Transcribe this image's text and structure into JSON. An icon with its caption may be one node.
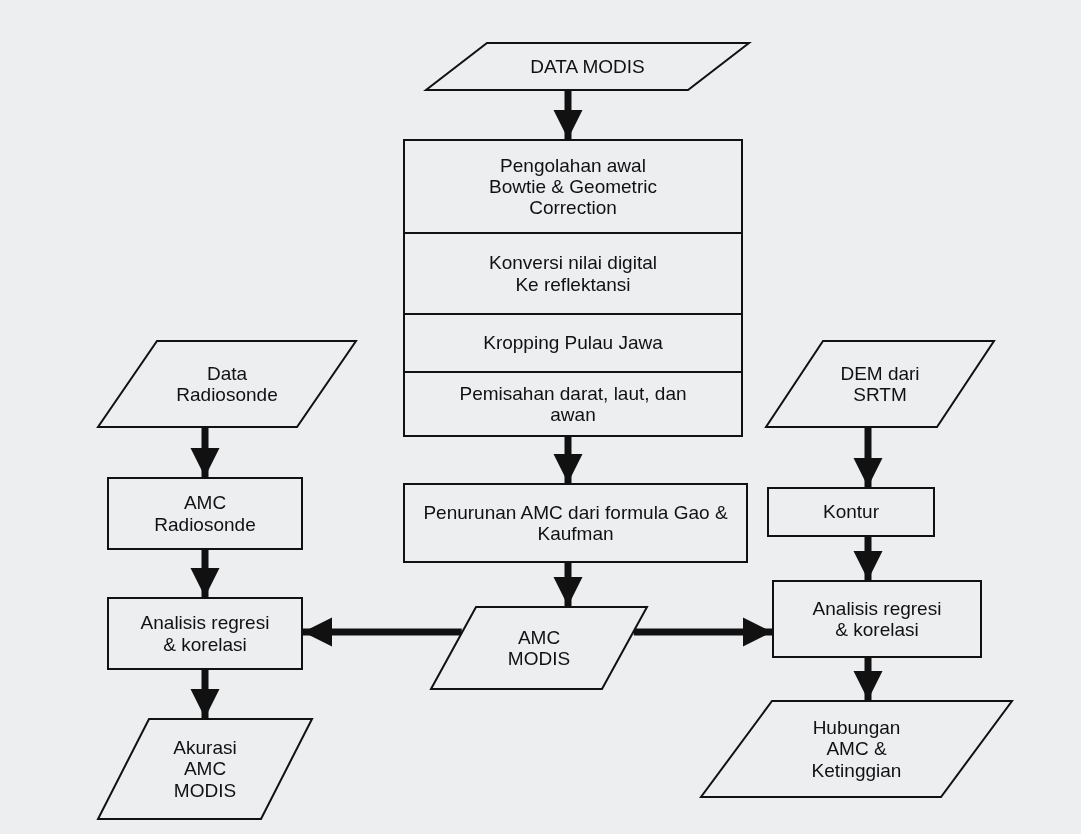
{
  "diagram": {
    "nodes": [
      {
        "text": [
          "DATA MODIS"
        ]
      },
      {
        "text": [
          "Pengolahan awal Bowtie & Geometric Correction"
        ]
      },
      {
        "text": [
          "Konversi nilai digital Ke reflektansi"
        ]
      },
      {
        "text": [
          "Kropping Pulau Jawa"
        ]
      },
      {
        "text": [
          "Pemisahan darat, laut, dan awan"
        ]
      },
      {
        "text": [
          "Penurunan AMC dari formula Gao & Kaufman"
        ]
      },
      {
        "text": [
          "Data Radiosonde"
        ]
      },
      {
        "text": [
          "AMC Radiosonde"
        ]
      },
      {
        "text": [
          "Analisis regresi & korelasi"
        ]
      },
      {
        "text": [
          "Akurasi AMC MODIS"
        ]
      },
      {
        "text": [
          "AMC MODIS"
        ]
      },
      {
        "text": [
          "DEM dari SRTM"
        ]
      },
      {
        "text": [
          "Kontur"
        ]
      },
      {
        "text": [
          "Analisis regresi & korelasi"
        ]
      },
      {
        "text": [
          "Hubungan AMC & Ketinggian"
        ]
      }
    ],
    "edges": [
      {
        "from": 0,
        "to": 1,
        "arrow": "to"
      },
      {
        "from": 4,
        "to": 5,
        "arrow": "to"
      },
      {
        "from": 5,
        "to": 10,
        "arrow": "to"
      },
      {
        "from": 10,
        "to": 8,
        "arrow": "to"
      },
      {
        "from": 10,
        "to": 13,
        "arrow": "to"
      },
      {
        "from": 6,
        "to": 7,
        "arrow": "to"
      },
      {
        "from": 7,
        "to": 8,
        "arrow": "to"
      },
      {
        "from": 8,
        "to": 9,
        "arrow": "to"
      },
      {
        "from": 11,
        "to": 12,
        "arrow": "to"
      },
      {
        "from": 12,
        "to": 13,
        "arrow": "to"
      },
      {
        "from": 13,
        "to": 14,
        "arrow": "to"
      }
    ]
  }
}
